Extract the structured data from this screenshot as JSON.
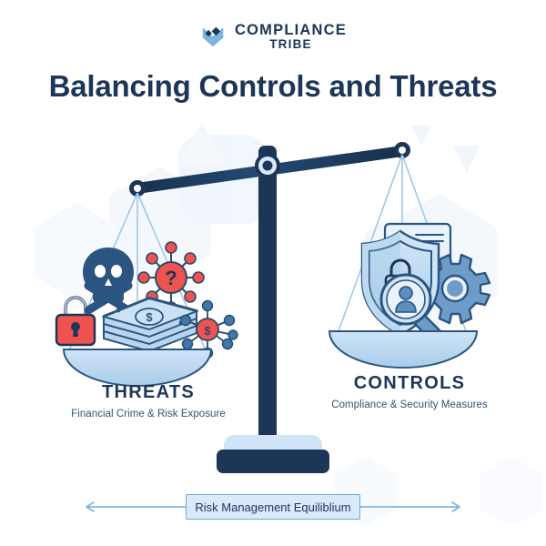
{
  "brand": {
    "logo_icon": "compliance-tribe-chevron-logo",
    "line1": "COMPLIANCE",
    "line2": "TRIBE"
  },
  "header": {
    "title": "Balancing Controls and Threats"
  },
  "colors": {
    "navy": "#1d3557",
    "beam": "#1d3557",
    "accent_red": "#ef5350",
    "pan_blue": "#c2dcf2",
    "light_blue": "#a8cdea",
    "background": "#ffffff",
    "hex_background": "#edf4fc",
    "equilibrium_fill": "#dbeafb",
    "equilibrium_border": "#6badd9"
  },
  "scale": {
    "tilt": "left-side-down",
    "fulcrum_icon": "pivot-ring-icon",
    "left_pan": {
      "side": "left",
      "state": "lowered",
      "caption_title": "THREATS",
      "caption_subtitle": "Financial Crime & Risk Exposure",
      "items": [
        {
          "icon": "skull-and-crossbones-icon",
          "label": "Skull and crossbones"
        },
        {
          "icon": "question-mark-network-icon",
          "label": "Unknown risk network"
        },
        {
          "icon": "red-padlock-icon",
          "label": "Compromised lock"
        },
        {
          "icon": "cash-stack-icon",
          "label": "Money stack"
        },
        {
          "icon": "dollar-network-icon",
          "label": "Money laundering network"
        }
      ]
    },
    "right_pan": {
      "side": "right",
      "state": "raised",
      "caption_title": "CONTROLS",
      "caption_subtitle": "Compliance & Security Measures",
      "items": [
        {
          "icon": "shield-lock-icon",
          "label": "Security shield"
        },
        {
          "icon": "document-check-icon",
          "label": "Verified compliance document"
        },
        {
          "icon": "gear-icon",
          "label": "Process control gear"
        },
        {
          "icon": "magnifier-person-icon",
          "label": "Due diligence screening"
        }
      ]
    }
  },
  "footer": {
    "left_arrow_icon": "arrow-left-icon",
    "right_arrow_icon": "arrow-right-icon",
    "label": "Risk Management Equiliblium"
  }
}
